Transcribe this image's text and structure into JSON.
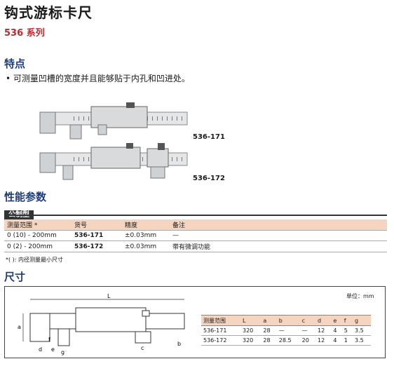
{
  "title": "钩式游标卡尺",
  "series": "536 系列",
  "features": {
    "heading": "特点",
    "bullet": "•",
    "text": "可测量凹槽的宽度并且能够贴于内孔和凹进处。"
  },
  "products": [
    {
      "model": "536-171"
    },
    {
      "model": "536-172"
    }
  ],
  "specs": {
    "heading": "性能参数",
    "tag": "公制型",
    "columns": [
      "测量范围 *",
      "货号",
      "精度",
      "备注"
    ],
    "rows": [
      [
        "0 (10) - 200mm",
        "536-171",
        "±0.03mm",
        "—"
      ],
      [
        "0 (2) - 200mm",
        "536-172",
        "±0.03mm",
        "带有微调功能"
      ]
    ],
    "note": "*( ): 内径测量最小尺寸"
  },
  "dimensions": {
    "heading": "尺寸",
    "unit": "单位：mm",
    "drawing_labels": {
      "L": "L",
      "a": "a",
      "b": "b",
      "c": "c",
      "d": "d",
      "e": "e",
      "f": "f",
      "g": "g"
    },
    "columns": [
      "测量范围",
      "L",
      "a",
      "b",
      "c",
      "d",
      "e",
      "f",
      "g"
    ],
    "rows": [
      [
        "536-171",
        "320",
        "28",
        "—",
        "—",
        "12",
        "4",
        "5",
        "3.5"
      ],
      [
        "536-172",
        "320",
        "28",
        "28.5",
        "20",
        "12",
        "4",
        "1",
        "3.5"
      ]
    ]
  }
}
